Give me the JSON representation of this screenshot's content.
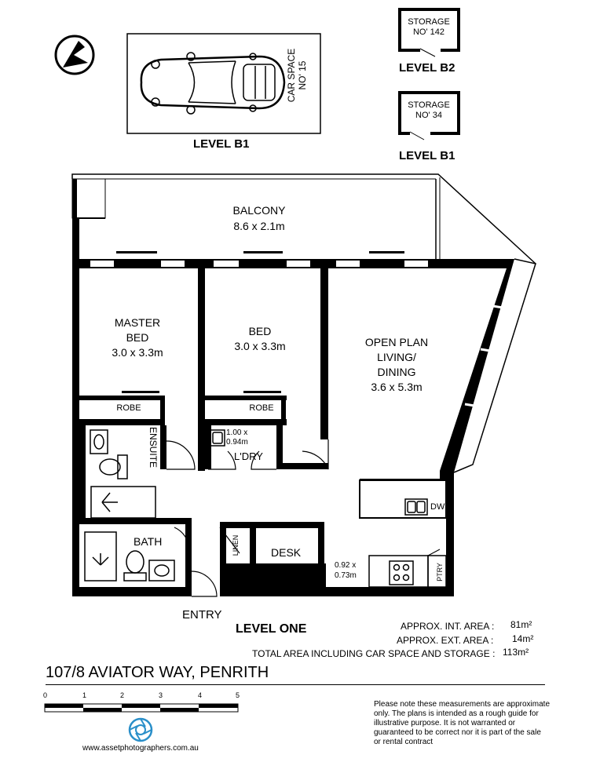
{
  "levels": {
    "car_level": "LEVEL B1",
    "storage_b2_level": "LEVEL B2",
    "storage_b1_level": "LEVEL B1",
    "floor_level": "LEVEL ONE"
  },
  "car_space": {
    "line1": "CAR SPACE",
    "line2": "NO' 15"
  },
  "storage_b2": {
    "line1": "STORAGE",
    "line2": "NO' 142"
  },
  "storage_b1": {
    "line1": "STORAGE",
    "line2": "NO' 34"
  },
  "rooms": {
    "balcony": {
      "name": "BALCONY",
      "size": "8.6 x 2.1m"
    },
    "master_bed": {
      "name1": "MASTER",
      "name2": "BED",
      "size": "3.0 x 3.3m"
    },
    "bed": {
      "name": "BED",
      "size": "3.0 x 3.3m"
    },
    "living": {
      "name1": "OPEN PLAN",
      "name2": "LIVING/",
      "name3": "DINING",
      "size": "3.6 x 5.3m"
    },
    "robe1": "ROBE",
    "robe2": "ROBE",
    "laundry_dim1": "1.00 x",
    "laundry_dim2": "0.94m",
    "laundry": "L'DRY",
    "ensuite": "ENSUITE",
    "bath": "BATH",
    "linen": "LINEN",
    "desk": "DESK",
    "kitchen_dim1": "0.92 x",
    "kitchen_dim2": "0.73m",
    "dw": "DW",
    "ptry": "PTRY",
    "entry": "ENTRY"
  },
  "areas": {
    "int_label": "APPROX. INT. AREA   :",
    "int_value": "81m²",
    "ext_label": "APPROX. EXT. AREA   :",
    "ext_value": "14m²",
    "total_label": "TOTAL AREA INCLUDING CAR SPACE AND STORAGE :",
    "total_value": "113m²"
  },
  "address": "107/8 AVIATOR WAY, PENRITH",
  "scale": {
    "ticks": [
      "0",
      "1",
      "2",
      "3",
      "4",
      "5"
    ]
  },
  "disclaimer": [
    "Please note these measurements are approximate",
    "only. The plans is intended as a rough guide for",
    "illustrative purpose. It is not warranted or",
    "guaranteed to be correct nor it is part of the sale",
    "or rental contract"
  ],
  "website": "www.assetphotographers.com.au",
  "colors": {
    "wall": "#000000",
    "background": "#ffffff",
    "logo": "#2a8fc9"
  }
}
